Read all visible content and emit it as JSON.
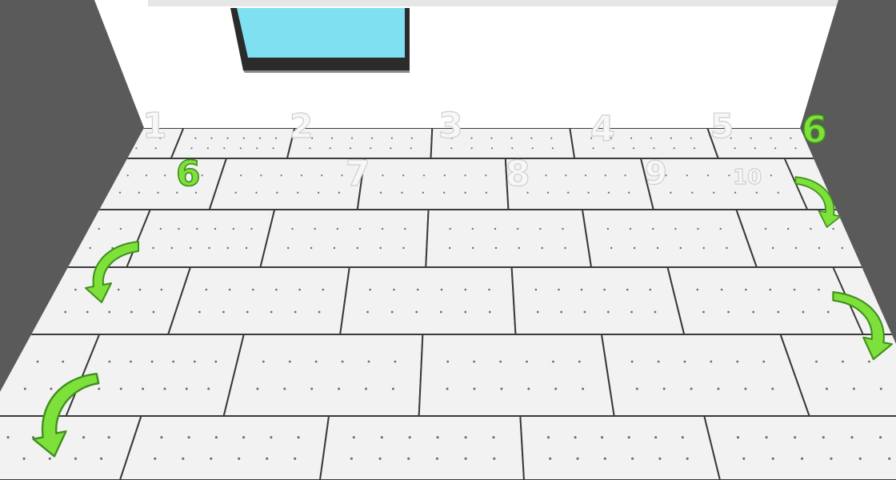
{
  "scene": {
    "back_row_numbers": [
      "1",
      "2",
      "3",
      "4",
      "5",
      "6"
    ],
    "front_row_numbers": [
      "6",
      "7",
      "8",
      "9",
      "10"
    ],
    "highlight_color": "#7ee03a",
    "wall_color": "#ffffff",
    "side_wall_color": "#5a5a5a",
    "window_glass_color": "#7fe0f2",
    "floor_color": "#f2f2f2"
  }
}
